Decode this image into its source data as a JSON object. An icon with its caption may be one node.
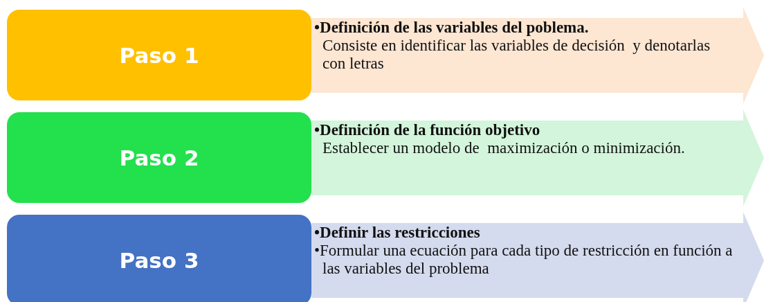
{
  "diagram": {
    "nodes": [
      {
        "text": [
          "Paso 1"
        ]
      },
      {
        "text": [
          "•Definición de las variables del poblema.",
          "Consiste en identificar las variables de decisión  y denotarlas con letras"
        ]
      },
      {
        "text": [
          "Paso 2"
        ]
      },
      {
        "text": [
          "•Definición de la función objetivo",
          "Establecer un modelo de  maximización o minimización."
        ]
      },
      {
        "text": [
          "Paso 3"
        ]
      },
      {
        "text": [
          "•Definir las restricciones",
          "•Formular una ecuación para cada tipo de restricción en función a las variables del problema"
        ]
      }
    ]
  }
}
